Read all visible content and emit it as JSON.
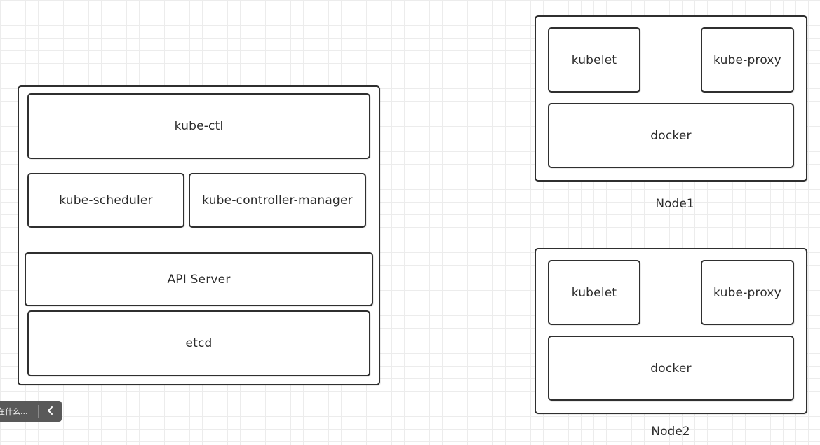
{
  "master": {
    "kube_ctl": "kube-ctl",
    "kube_scheduler": "kube-scheduler",
    "kube_controller_manager": "kube-controller-manager",
    "api_server": "API Server",
    "etcd": "etcd"
  },
  "nodes": [
    {
      "name": "Node1",
      "kubelet": "kubelet",
      "kube_proxy": "kube-proxy",
      "docker": "docker"
    },
    {
      "name": "Node2",
      "kubelet": "kubelet",
      "kube_proxy": "kube-proxy",
      "docker": "docker"
    }
  ],
  "overlay": {
    "text": "在什么...",
    "collapse_icon": "chevron-left-icon"
  }
}
